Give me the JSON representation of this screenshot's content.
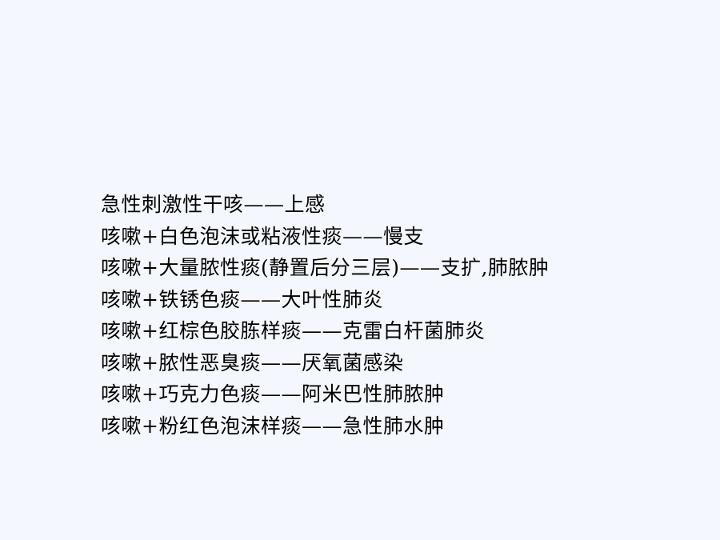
{
  "slide": {
    "lines": [
      "急性刺激性干咳——上感",
      "咳嗽+白色泡沫或粘液性痰——慢支",
      "咳嗽+大量脓性痰(静置后分三层)——支扩,肺脓肿",
      "咳嗽+铁锈色痰——大叶性肺炎",
      "咳嗽+红棕色胶胨样痰——克雷白杆菌肺炎",
      "咳嗽+脓性恶臭痰——厌氧菌感染",
      "咳嗽+巧克力色痰——阿米巴性肺脓肿",
      "咳嗽+粉红色泡沫样痰——急性肺水肿"
    ]
  }
}
